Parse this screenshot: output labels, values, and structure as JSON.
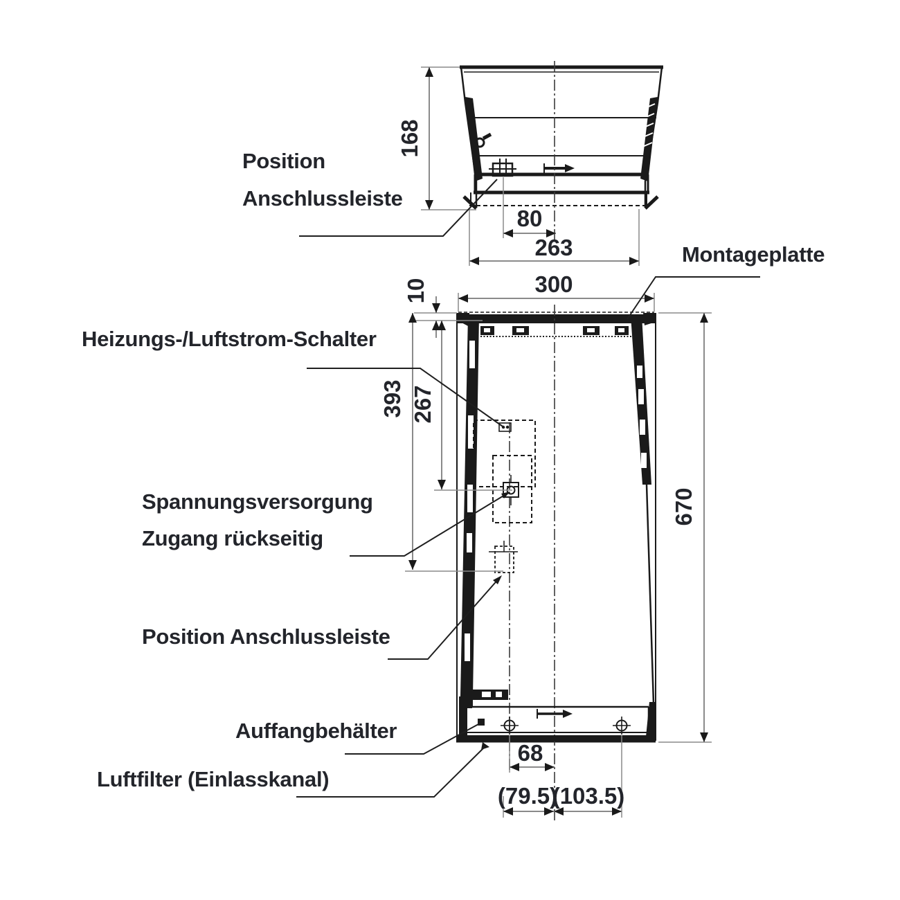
{
  "drawing": {
    "callouts": {
      "terminal_top_1": "Position",
      "terminal_top_2": "Anschlussleiste",
      "mounting_plate": "Montageplatte",
      "heater_airflow_switch": "Heizungs-/Luftstrom-Schalter",
      "power_supply_1": "Spannungsversorgung",
      "power_supply_2": "Zugang rückseitig",
      "terminal_main": "Position Anschlussleiste",
      "drain_tank": "Auffangbehälter",
      "air_filter": "Luftfilter (Einlasskanal)"
    },
    "dimensions": {
      "top_depth": "168",
      "top_terminal_offset": "80",
      "top_width": "263",
      "main_width": "300",
      "plate_offset": "10",
      "terminal_drop": "393",
      "power_drop": "267",
      "main_height": "670",
      "screw_offset": "68",
      "left_offset": "(79.5)",
      "right_offset": "(103.5)"
    },
    "colors": {
      "ink": "#23252b",
      "line": "#1a1a1a",
      "dim_line": "#8a8a8a",
      "background": "#ffffff"
    }
  }
}
